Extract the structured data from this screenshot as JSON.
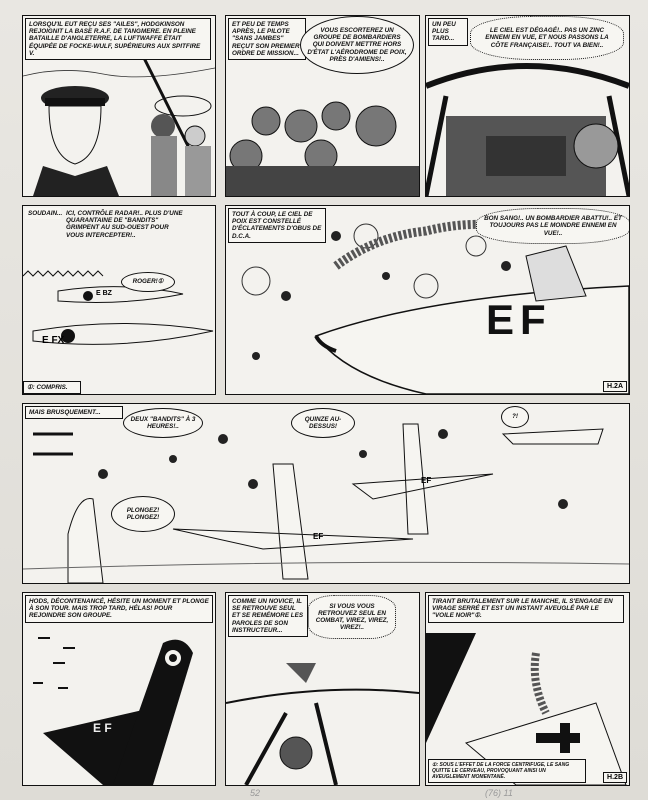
{
  "page": {
    "row1": {
      "p1_caption": "LORSQU'IL EUT REÇU SES \"AILES\", HODGKINSON REJOIGNIT LA BASE R.A.F. DE TANGMERE. EN PLEINE BATAILLE D'ANGLETERRE, LA LUFTWAFFE ÉTAIT ÉQUIPÉE DE FOCKE-WULF, SUPÉRIEURS AUX SPITFIRE V.",
      "p2_caption": "ET PEU DE TEMPS APRÈS, LE PILOTE \"SANS JAMBES\" REÇUT SON PREMIER ORDRE DE MISSION...",
      "p2_balloon": "VOUS ESCORTEREZ UN GROUPE DE BOMBARDIERS QUI DOIVENT METTRE HORS D'ÉTAT L'AÉRODROME DE POIX, PRÈS D'AMIENS!..",
      "p3_caption": "UN PEU PLUS TARD...",
      "p3_thought": "LE CIEL EST DÉGAGÉ!.. PAS UN ZINC ENNEMI EN VUE, ET NOUS PASSONS LA CÔTE FRANÇAISE!.. TOUT VA BIEN!.."
    },
    "row2": {
      "p4_caption": "SOUDAIN...",
      "p4_radio": "ICI, CONTRÔLE RADAR!.. PLUS D'UNE QUARANTAINE DE \"BANDITS\" GRIMPENT AU SUD-OUEST POUR VOUS INTERCEPTER!..",
      "p4_balloon": "ROGER!①",
      "p4_plane_code_1": "E BZ",
      "p4_plane_code_2": "E FX",
      "p4_footnote": "①: COMPRIS.",
      "p5_caption": "TOUT À COUP, LE CIEL DE POIX EST CONSTELLÉ D'ÉCLATEMENTS D'OBUS DE D.C.A.",
      "p5_thought": "BON SANG!.. UN BOMBARDIER ABATTU!.. ET TOUJOURS PAS LE MOINDRE ENNEMI EN VUE!..",
      "p5_plane_code": "EF",
      "p5_page_tag": "H.2A"
    },
    "row3": {
      "caption": "MAIS BRUSQUEMENT...",
      "balloon_1": "DEUX \"BANDITS\" À 3 HEURES!..",
      "balloon_2": "QUINZE AU-DESSUS!",
      "balloon_3": "?!",
      "balloon_4": "PLONGEZ! PLONGEZ!",
      "plane_code_1": "EF",
      "plane_code_2": "EF"
    },
    "row4": {
      "p7_caption": "HODS, DÉCONTENANCÉ, HÉSITE UN MOMENT ET PLONGE À SON TOUR. MAIS TROP TARD, HÉLAS! POUR REJOINDRE SON GROUPE.",
      "p7_plane_code": "E F",
      "p8_caption": "COMME UN NOVICE, IL SE RETROUVE SEUL ET SE REMÉMORE LES PAROLES DE SON INSTRUCTEUR...",
      "p8_thought": "SI VOUS VOUS RETROUVEZ SEUL EN COMBAT, VIREZ, VIREZ, VIREZ!..",
      "p9_caption": "TIRANT BRUTALEMENT SUR LE MANCHE, IL S'ENGAGE EN VIRAGE SERRÉ ET EST UN INSTANT AVEUGLÉ PAR LE \"VOILE NOIR\"①.",
      "p9_footnote": "①: SOUS L'EFFET DE LA FORCE CENTRIFUGE, LE SANG QUITTE LE CERVEAU, PROVOQUANT AINSI UN AVEUGLEMENT MOMENTANÉ.",
      "p9_page_tag": "H.2B"
    },
    "margin_notes": {
      "left": "52",
      "right": "(76) 11"
    }
  }
}
